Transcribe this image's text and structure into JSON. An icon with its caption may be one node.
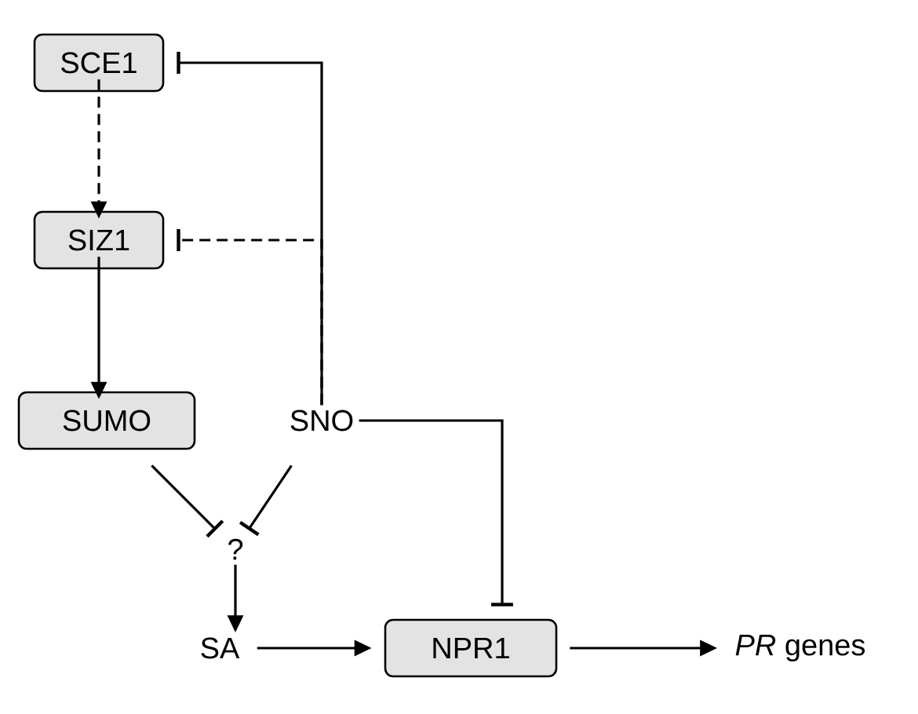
{
  "diagram": {
    "nodes": [
      {
        "text": [
          "SCE1"
        ]
      },
      {
        "text": [
          "SIZ1"
        ]
      },
      {
        "text": [
          "SUMO"
        ]
      },
      {
        "text": [
          "SNO"
        ]
      },
      {
        "text": [
          "?"
        ]
      },
      {
        "text": [
          "SA"
        ]
      },
      {
        "text": [
          "NPR1"
        ]
      },
      {
        "text": [
          "*PR* genes"
        ]
      }
    ],
    "edges": [
      {
        "from": 0,
        "to": 1,
        "arrow": "to",
        "style": "dashed"
      },
      {
        "from": 1,
        "to": 2,
        "arrow": "to"
      },
      {
        "from": 3,
        "to": 0,
        "arrow": "other"
      },
      {
        "from": 3,
        "to": 1,
        "arrow": "other",
        "style": "dashed"
      },
      {
        "from": 2,
        "to": 4,
        "arrow": "other"
      },
      {
        "from": 3,
        "to": 4,
        "arrow": "other"
      },
      {
        "from": 4,
        "to": 5,
        "arrow": "to"
      },
      {
        "from": 3,
        "to": 6,
        "arrow": "other"
      },
      {
        "from": 5,
        "to": 6,
        "arrow": "to"
      },
      {
        "from": 6,
        "to": 7,
        "arrow": "to"
      }
    ]
  }
}
